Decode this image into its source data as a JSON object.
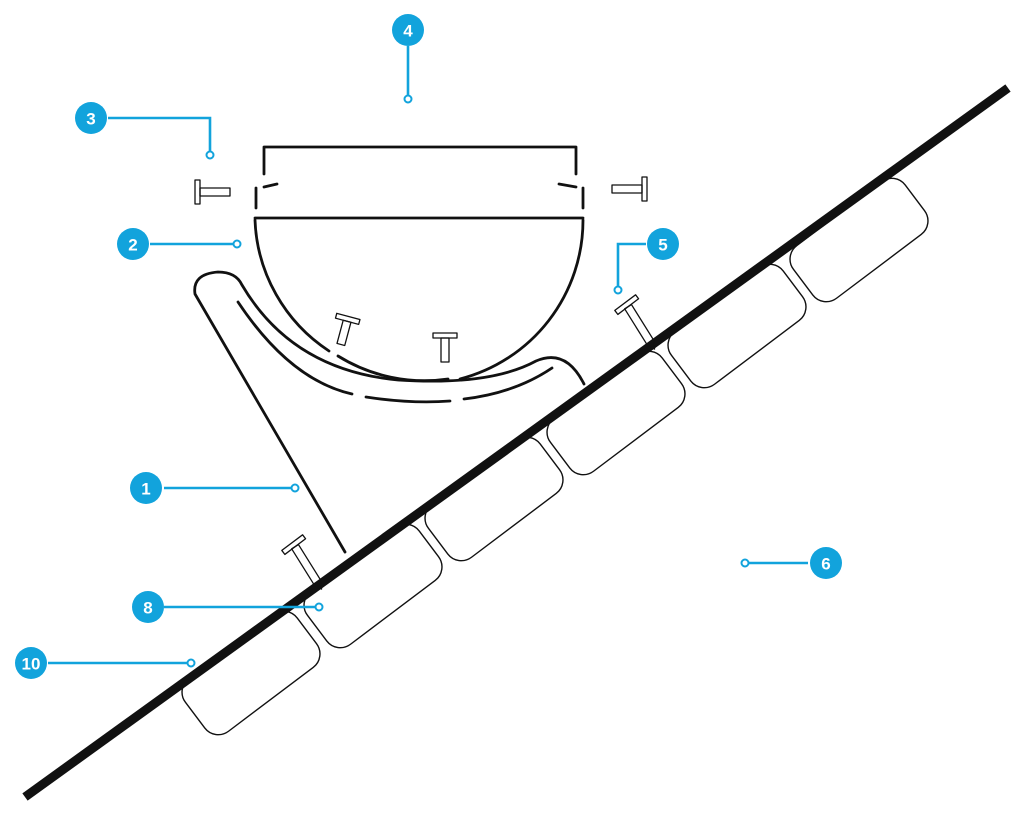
{
  "colors": {
    "accent": "#12a3dc",
    "line": "#111111",
    "background": "#ffffff"
  },
  "markers": [
    {
      "id": "m1",
      "label": "1"
    },
    {
      "id": "m2",
      "label": "2"
    },
    {
      "id": "m3",
      "label": "3"
    },
    {
      "id": "m4",
      "label": "4"
    },
    {
      "id": "m5",
      "label": "5"
    },
    {
      "id": "m6",
      "label": "6"
    },
    {
      "id": "m8",
      "label": "8"
    },
    {
      "id": "m10",
      "label": "10"
    }
  ]
}
